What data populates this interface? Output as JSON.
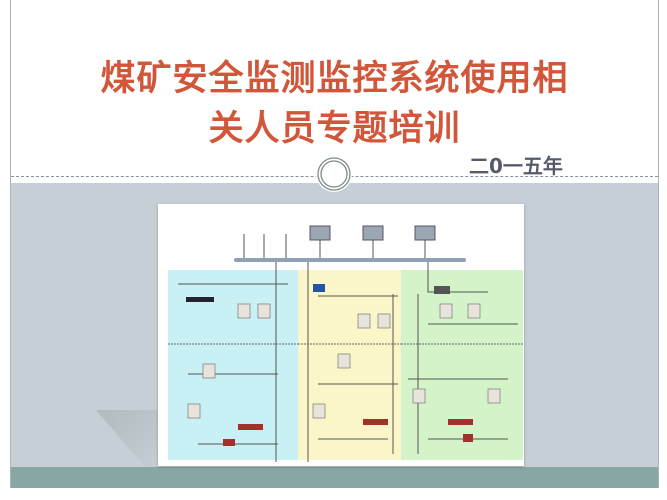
{
  "slide": {
    "title_line1": "煤矿安全监测监控系统使用相",
    "title_line2": "关人员专题培训",
    "year": "二0一五年"
  },
  "colors": {
    "title": "#d2573a",
    "year": "#555b6b",
    "background_band": "#c6cfd5",
    "footer_band": "#88a7a4",
    "zone_left": "#c9f0f5",
    "zone_middle": "#fbf6c8",
    "zone_right": "#d4f3c9"
  },
  "diagram": {
    "icon": "monitoring-system-topology-diagram"
  }
}
